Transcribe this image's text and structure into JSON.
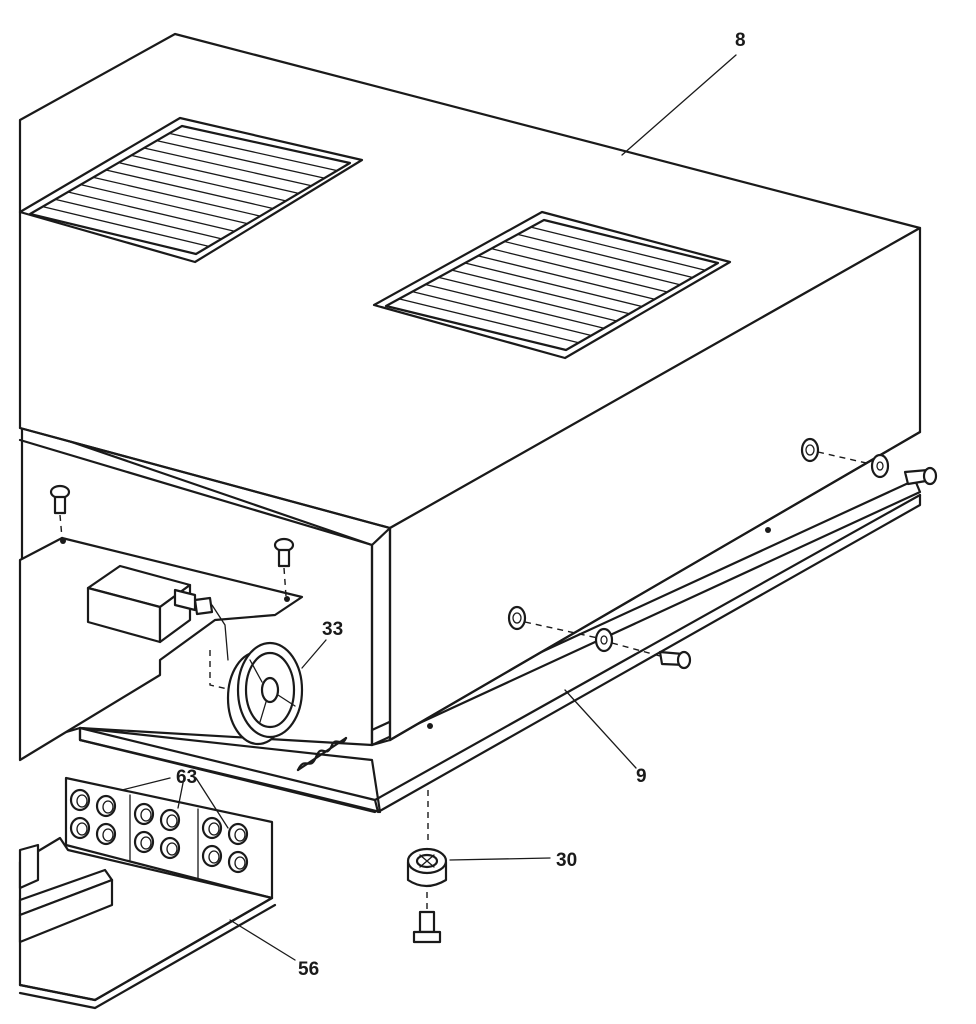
{
  "callouts": {
    "cover": "8",
    "bottom_plate": "9",
    "pulley": "33",
    "jack_boards": "63",
    "foot": "30",
    "circuit_board": "56"
  },
  "colors": {
    "ink": "#1a1a1a",
    "paper": "#ffffff"
  }
}
